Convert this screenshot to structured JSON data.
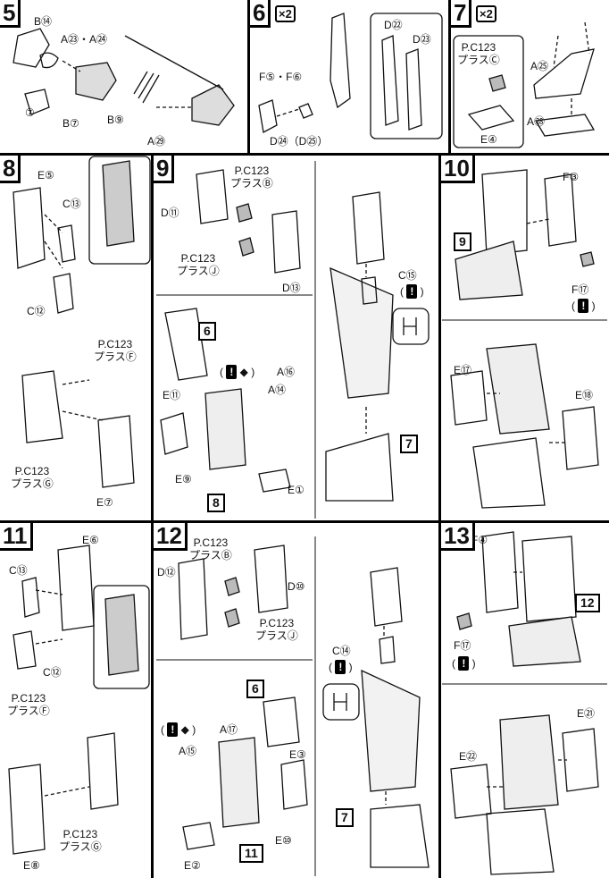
{
  "steps": {
    "s5": {
      "number": "5",
      "labels": {
        "b14": "B⑭",
        "a23": "A㉓・A㉔",
        "b7": "B⑦",
        "b9": "B⑨",
        "a29": "A㉙",
        "m7": "⑦"
      }
    },
    "s6": {
      "number": "6",
      "mult": "×2",
      "labels": {
        "d22": "D㉒",
        "d23": "D㉓",
        "f5": "F⑤・F⑥",
        "d24": "D㉔（D㉕）"
      }
    },
    "s7": {
      "number": "7",
      "mult": "×2",
      "labels": {
        "pc": "P.C123\nプラスⒸ",
        "a25": "A㉕",
        "a28": "A㉘",
        "e4": "E④"
      }
    },
    "s8": {
      "number": "8",
      "labels": {
        "e5": "E⑤",
        "c13": "C⑬",
        "c12": "C⑫",
        "pcf": "P.C123\nプラスⒻ",
        "pcg": "P.C123\nプラスⒼ",
        "e7": "E⑦"
      }
    },
    "s9": {
      "number": "9",
      "labels": {
        "pcb": "P.C123\nプラスⒷ",
        "d11": "D⑪",
        "pcj": "P.C123\nプラスⒿ",
        "d13": "D⑬",
        "c15": "C⑮",
        "e11": "E⑪",
        "a16": "A⑯",
        "a14": "A⑭",
        "e9": "E⑨",
        "e1": "E①"
      },
      "refs": {
        "r6": "6",
        "r8": "8",
        "r7": "7"
      }
    },
    "s10": {
      "number": "10",
      "labels": {
        "f3": "F③",
        "f17": "F⑰",
        "e17": "E⑰",
        "e18": "E⑱"
      },
      "refs": {
        "r9": "9"
      }
    },
    "s11": {
      "number": "11",
      "labels": {
        "e6": "E⑥",
        "c13": "C⑬",
        "c12": "C⑫",
        "pcf": "P.C123\nプラスⒻ",
        "pcg": "P.C123\nプラスⒼ",
        "e8": "E⑧"
      }
    },
    "s12": {
      "number": "12",
      "labels": {
        "pcb": "P.C123\nプラスⒷ",
        "d12": "D⑫",
        "d10": "D⑩",
        "pcj": "P.C123\nプラスⒿ",
        "c14": "C⑭",
        "a17": "A⑰",
        "a15": "A⑮",
        "e3": "E③",
        "e10": "E⑩",
        "e2": "E②"
      },
      "refs": {
        "r6": "6",
        "r11": "11",
        "r7": "7"
      }
    },
    "s13": {
      "number": "13",
      "labels": {
        "f4": "F④",
        "f17": "F⑰",
        "e21": "E㉑",
        "e22": "E㉒"
      },
      "refs": {
        "r12": "12"
      }
    }
  },
  "warning_mark": "!",
  "colors": {
    "ink": "#111111",
    "paper": "#ffffff",
    "shade": "#cfcfcf"
  }
}
